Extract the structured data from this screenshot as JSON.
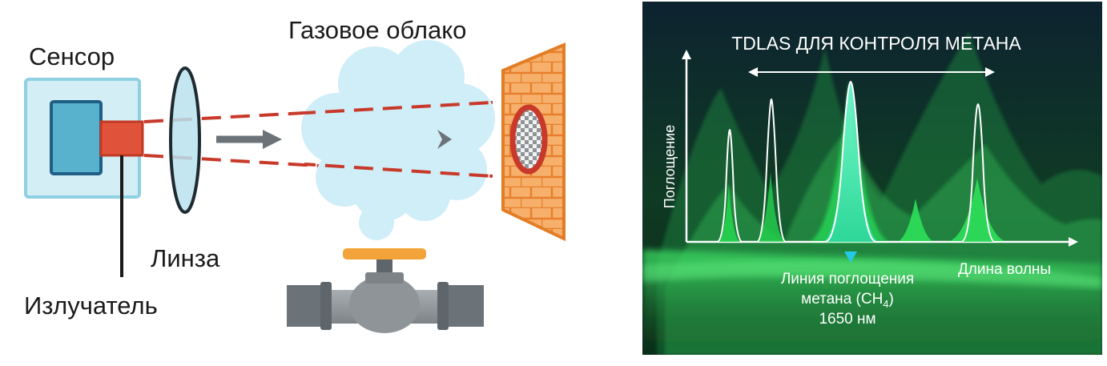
{
  "left_diagram": {
    "sensor_label": "Сенсор",
    "lens_label": "Линза",
    "emitter_label": "Излучатель",
    "cloud_label": "Газовое облако"
  },
  "right_panel": {
    "title": "TDLAS ДЛЯ КОНТРОЛЯ МЕТАНА",
    "y_axis_label": "Поглощение",
    "x_axis_label": "Длина волны",
    "line_label_1": "Линия поглощения",
    "line_label_2_pre": "метана (CH",
    "line_label_2_sub": "4",
    "line_label_2_post": ")",
    "line_label_3": "1650 нм",
    "colors": {
      "background": "#0b2a1c",
      "accent": "#27e35a",
      "peak_fill": "#5ff0c8",
      "marker": "#25c9e8"
    }
  }
}
